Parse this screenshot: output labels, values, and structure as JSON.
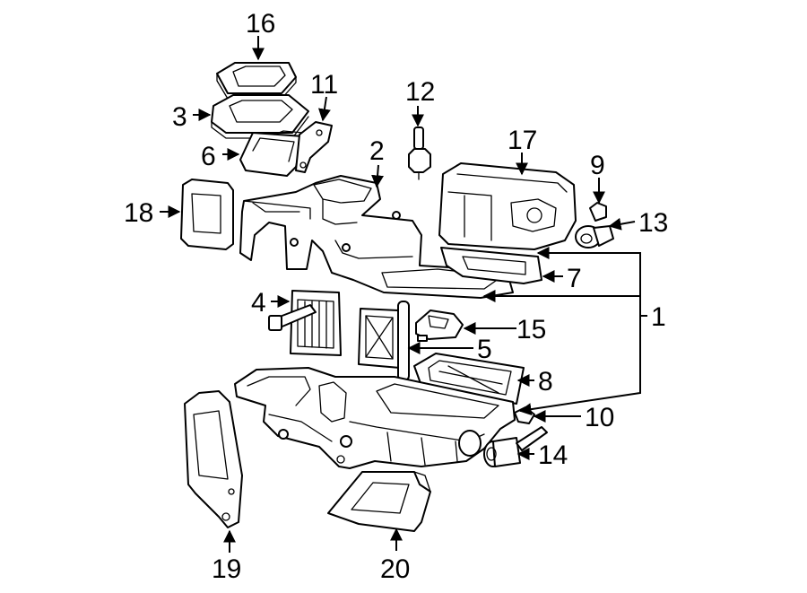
{
  "callouts": {
    "c1": "1",
    "c2": "2",
    "c3": "3",
    "c4": "4",
    "c5": "5",
    "c6": "6",
    "c7": "7",
    "c8": "8",
    "c9": "9",
    "c10": "10",
    "c11": "11",
    "c12": "12",
    "c13": "13",
    "c14": "14",
    "c15": "15",
    "c16": "16",
    "c17": "17",
    "c18": "18",
    "c19": "19",
    "c20": "20"
  },
  "colors": {
    "line": "#000000",
    "background": "#ffffff"
  }
}
